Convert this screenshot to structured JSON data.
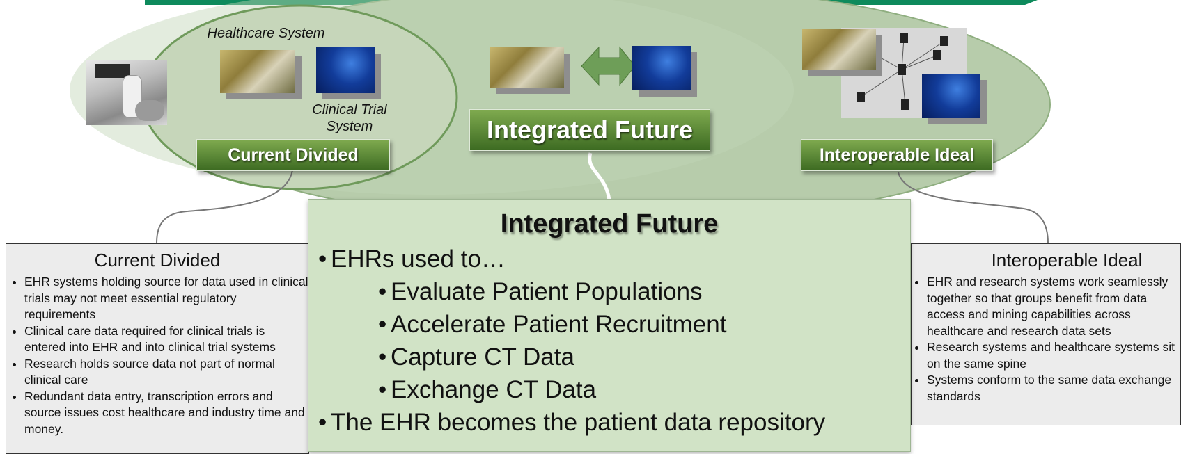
{
  "left_section": {
    "healthcare_label": "Healthcare System",
    "trial_label_line1": "Clinical Trial",
    "trial_label_line2": "System",
    "badge": "Current Divided"
  },
  "middle_section": {
    "badge": "Integrated Future"
  },
  "right_section": {
    "badge": "Interoperable Ideal"
  },
  "current_divided_box": {
    "title": "Current Divided",
    "bullets": [
      "EHR systems holding source for data used in clinical trials may not meet essential regulatory requirements",
      "Clinical care data required for clinical trials is entered into EHR and into clinical trial systems",
      "Research holds source data not part of normal clinical care",
      "Redundant data entry, transcription errors and source issues cost healthcare and industry time and money."
    ]
  },
  "integrated_future_box": {
    "title": "Integrated Future",
    "lead": "EHRs used to…",
    "sub_bullets": [
      "Evaluate Patient Populations",
      "Accelerate Patient Recruitment",
      "Capture CT Data",
      "Exchange CT Data"
    ],
    "final": "The EHR becomes the patient data repository"
  },
  "interoperable_ideal_box": {
    "title": "Interoperable Ideal",
    "bullets": [
      "EHR and research systems work seamlessly together so that groups benefit from data access and mining capabilities across healthcare and research data sets",
      "Research systems and healthcare systems sit on the same spine",
      "Systems conform to the same data exchange standards"
    ]
  },
  "colors": {
    "top_bar": "#0e8a5c",
    "big_ellipse": "#b7ccab",
    "left_ellipse": "#c6d6ba",
    "center_box": "#d1e3c6",
    "side_box": "#ececec",
    "badge_dark": "#3d6b22",
    "badge_light": "#7faa4f"
  }
}
